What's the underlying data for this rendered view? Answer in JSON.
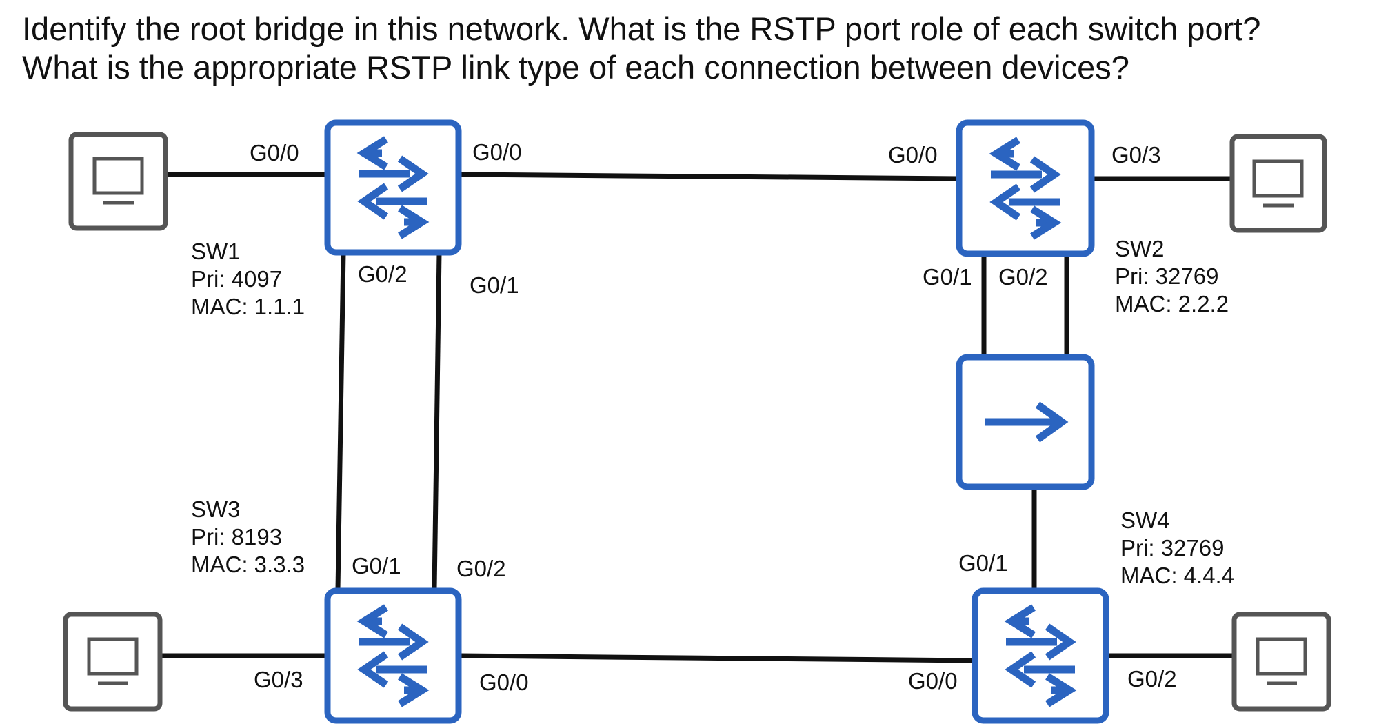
{
  "question": {
    "line1": "Identify the root bridge in this network.  What is the RSTP port role of each switch port?",
    "line2": "What is the appropriate RSTP link type of each connection between devices?"
  },
  "icons": {
    "switch": "switch-arrows-icon",
    "hub": "hub-arrow-icon",
    "pc": "pc-monitor-icon"
  },
  "colors": {
    "device_blue": "#2b64c0",
    "link_black": "#111111",
    "pc_gray": "#555555"
  },
  "switches": {
    "sw1": {
      "name": "SW1",
      "pri": "Pri: 4097",
      "mac": "MAC: 1.1.1"
    },
    "sw2": {
      "name": "SW2",
      "pri": "Pri: 32769",
      "mac": "MAC: 2.2.2"
    },
    "sw3": {
      "name": "SW3",
      "pri": "Pri: 8193",
      "mac": "MAC: 3.3.3"
    },
    "sw4": {
      "name": "SW4",
      "pri": "Pri: 32769",
      "mac": "MAC: 4.4.4"
    }
  },
  "ports": {
    "sw1_pc": "G0/0",
    "sw1_sw2": "G0/0",
    "sw1_g02": "G0/2",
    "sw1_g01": "G0/1",
    "sw2_sw1": "G0/0",
    "sw2_pc": "G0/3",
    "sw2_g01": "G0/1",
    "sw2_g02": "G0/2",
    "sw3_g01": "G0/1",
    "sw3_g02": "G0/2",
    "sw3_pc": "G0/3",
    "sw3_sw4": "G0/0",
    "sw4_g01": "G0/1",
    "sw4_sw3": "G0/0",
    "sw4_pc": "G0/2"
  }
}
